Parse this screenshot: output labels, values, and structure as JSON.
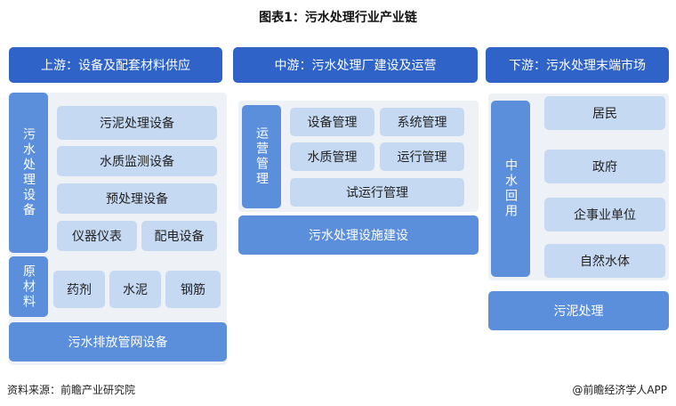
{
  "title": "图表1：污水处理行业产业链",
  "upstream": {
    "header": "上游：设备及配套材料供应",
    "equipment_label": "污水处理设备",
    "equipment_items": [
      "污泥处理设备",
      "水质监测设备",
      "预处理设备",
      "仪器仪表",
      "配电设备"
    ],
    "materials_label": "原材料",
    "materials_items": [
      "药剂",
      "水泥",
      "钢筋"
    ],
    "pipe_network": "污水排放管网设备"
  },
  "midstream": {
    "header": "中游：污水处理厂建设及运营",
    "operation_label": "运营管理",
    "operation_items": [
      "设备管理",
      "系统管理",
      "水质管理",
      "运行管理",
      "试运行管理"
    ],
    "construction": "污水处理设施建设"
  },
  "downstream": {
    "header": "下游：污水处理末端市场",
    "reclaimed_label": "中水回用",
    "reclaimed_items": [
      "居民",
      "政府",
      "企事业单位",
      "自然水体"
    ],
    "sludge": "污泥处理"
  },
  "footer": {
    "source": "资料来源：前瞻产业研究院",
    "credit": "@前瞻经济学人APP"
  },
  "colors": {
    "header": "#2f63c8",
    "mid_box": "#5b8fdb",
    "light_box": "#c6d9f3",
    "panel_bg": "#eef1f6"
  }
}
